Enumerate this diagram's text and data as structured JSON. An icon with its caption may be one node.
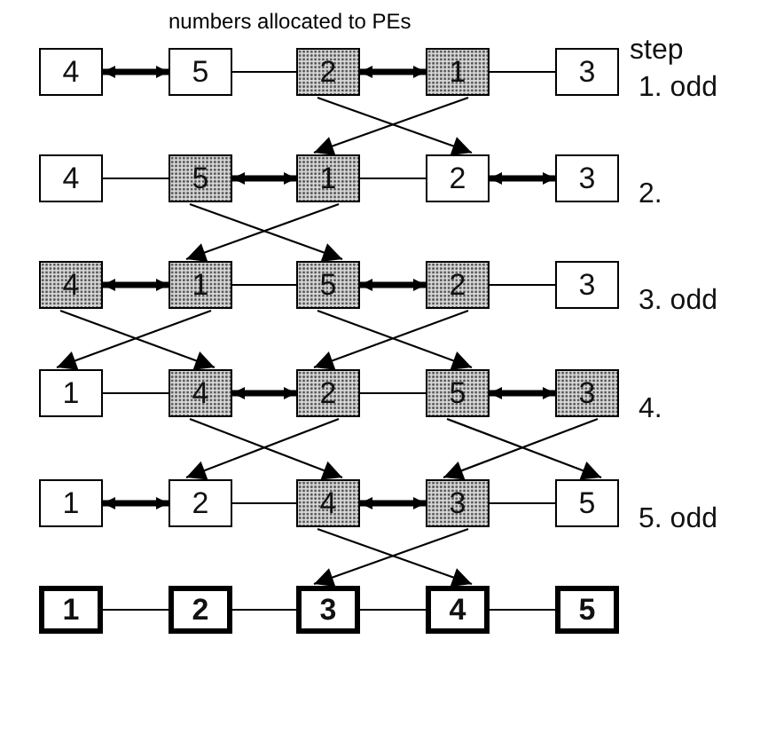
{
  "diagram": {
    "title": "numbers allocated to PEs",
    "nodes": [
      {
        "text": [
          "4"
        ]
      },
      {
        "text": [
          "5"
        ]
      },
      {
        "text": [
          "2"
        ]
      },
      {
        "text": [
          "1"
        ]
      },
      {
        "text": [
          "3"
        ]
      },
      {
        "text": [
          "4"
        ]
      },
      {
        "text": [
          "5"
        ]
      },
      {
        "text": [
          "1"
        ]
      },
      {
        "text": [
          "2"
        ]
      },
      {
        "text": [
          "3"
        ]
      },
      {
        "text": [
          "4"
        ]
      },
      {
        "text": [
          "1"
        ]
      },
      {
        "text": [
          "5"
        ]
      },
      {
        "text": [
          "2"
        ]
      },
      {
        "text": [
          "3"
        ]
      },
      {
        "text": [
          "1"
        ]
      },
      {
        "text": [
          "4"
        ]
      },
      {
        "text": [
          "2"
        ]
      },
      {
        "text": [
          "5"
        ]
      },
      {
        "text": [
          "3"
        ]
      },
      {
        "text": [
          "1"
        ]
      },
      {
        "text": [
          "2"
        ]
      },
      {
        "text": [
          "4"
        ]
      },
      {
        "text": [
          "3"
        ]
      },
      {
        "text": [
          "5"
        ]
      },
      {
        "text": [
          "1"
        ]
      },
      {
        "text": [
          "2"
        ]
      },
      {
        "text": [
          "3"
        ]
      },
      {
        "text": [
          "4"
        ]
      },
      {
        "text": [
          "5"
        ]
      }
    ],
    "edges": [
      {
        "from": 0,
        "to": 1,
        "arrow": "both",
        "style": "thick"
      },
      {
        "from": 1,
        "to": 2,
        "arrow": "none"
      },
      {
        "from": 2,
        "to": 3,
        "arrow": "both",
        "style": "thick"
      },
      {
        "from": 3,
        "to": 4,
        "arrow": "none"
      },
      {
        "from": 2,
        "to": 8,
        "arrow": "to"
      },
      {
        "from": 3,
        "to": 7,
        "arrow": "to"
      },
      {
        "from": 5,
        "to": 6,
        "arrow": "none"
      },
      {
        "from": 6,
        "to": 7,
        "arrow": "both",
        "style": "thick"
      },
      {
        "from": 7,
        "to": 8,
        "arrow": "none"
      },
      {
        "from": 8,
        "to": 9,
        "arrow": "both",
        "style": "thick"
      },
      {
        "from": 6,
        "to": 12,
        "arrow": "to"
      },
      {
        "from": 7,
        "to": 11,
        "arrow": "to"
      },
      {
        "from": 10,
        "to": 11,
        "arrow": "both",
        "style": "thick"
      },
      {
        "from": 11,
        "to": 12,
        "arrow": "none"
      },
      {
        "from": 12,
        "to": 13,
        "arrow": "both",
        "style": "thick"
      },
      {
        "from": 13,
        "to": 14,
        "arrow": "none"
      },
      {
        "from": 10,
        "to": 16,
        "arrow": "to"
      },
      {
        "from": 11,
        "to": 15,
        "arrow": "to"
      },
      {
        "from": 12,
        "to": 18,
        "arrow": "to"
      },
      {
        "from": 13,
        "to": 17,
        "arrow": "to"
      },
      {
        "from": 15,
        "to": 16,
        "arrow": "none"
      },
      {
        "from": 16,
        "to": 17,
        "arrow": "both",
        "style": "thick"
      },
      {
        "from": 17,
        "to": 18,
        "arrow": "none"
      },
      {
        "from": 18,
        "to": 19,
        "arrow": "both",
        "style": "thick"
      },
      {
        "from": 16,
        "to": 22,
        "arrow": "to"
      },
      {
        "from": 17,
        "to": 21,
        "arrow": "to"
      },
      {
        "from": 18,
        "to": 24,
        "arrow": "to"
      },
      {
        "from": 19,
        "to": 23,
        "arrow": "to"
      },
      {
        "from": 20,
        "to": 21,
        "arrow": "both",
        "style": "thick"
      },
      {
        "from": 21,
        "to": 22,
        "arrow": "none"
      },
      {
        "from": 22,
        "to": 23,
        "arrow": "both",
        "style": "thick"
      },
      {
        "from": 23,
        "to": 24,
        "arrow": "none"
      },
      {
        "from": 22,
        "to": 28,
        "arrow": "to"
      },
      {
        "from": 23,
        "to": 27,
        "arrow": "to"
      },
      {
        "from": 25,
        "to": 26,
        "arrow": "none"
      },
      {
        "from": 26,
        "to": 27,
        "arrow": "none"
      },
      {
        "from": 27,
        "to": 28,
        "arrow": "none"
      },
      {
        "from": 28,
        "to": 29,
        "arrow": "none"
      }
    ],
    "labels": [
      "step",
      "1. odd",
      "2.",
      "3. odd",
      "4.",
      "5. odd"
    ]
  }
}
